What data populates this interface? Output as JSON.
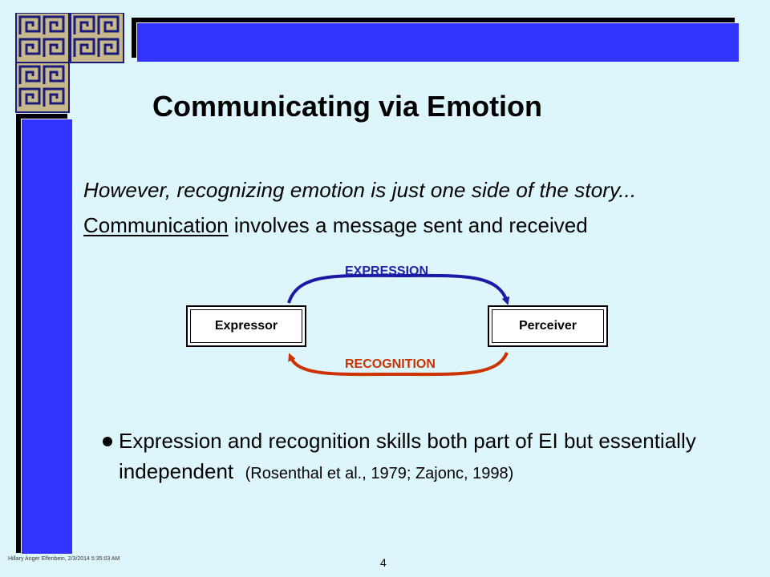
{
  "slide": {
    "title": "Communicating via Emotion",
    "line1": "However, recognizing emotion is just one side of the story...",
    "line2_underlined": "Communication",
    "line2_rest": " involves a message sent and received",
    "bullet_main": "Expression and recognition skills both part of EI but essentially independent",
    "bullet_citation": "(Rosenthal et al., 1979; Zajonc, 1998)"
  },
  "diagram": {
    "left_box": "Expressor",
    "right_box": "Perceiver",
    "top_label": "EXPRESSION",
    "bottom_label": "RECOGNITION",
    "top_arrow_color": "#1A1AA6",
    "bottom_arrow_color": "#CC3300"
  },
  "footer": {
    "note": "Hillary Anger Elfenbein,  2/3/2014  5:35:03  AM",
    "page_number": "4"
  },
  "colors": {
    "background": "#DDF6FB",
    "accent_bar": "#3333FF",
    "logo_bg": "#C8B98C",
    "logo_line": "#1A1A7A"
  },
  "icons": [
    "greek-key-logo-icon",
    "expression-arrow-icon",
    "recognition-arrow-icon",
    "bullet-icon"
  ]
}
